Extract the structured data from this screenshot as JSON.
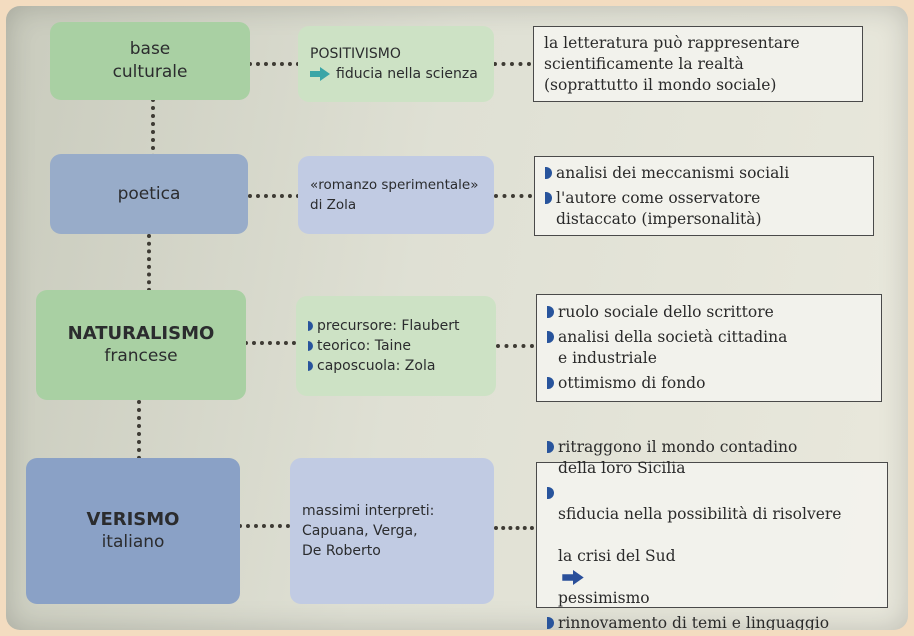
{
  "rows": [
    {
      "category": {
        "line1": "base",
        "line2": "culturale"
      },
      "middle": {
        "title": "POSITIVISMO",
        "arrow_text": "fiducia nella scienza"
      },
      "note": {
        "text": "la letteratura può rappresentare\nscientificamente la realtà\n(soprattutto il mondo sociale)"
      }
    },
    {
      "category": {
        "line1": "poetica"
      },
      "middle": {
        "line1": "«romanzo sperimentale»",
        "line2": "di Zola"
      },
      "note": {
        "items": [
          "analisi dei meccanismi sociali",
          "l'autore come osservatore\ndistaccato (impersonalità)"
        ]
      }
    },
    {
      "category": {
        "line1": "NATURALISMO",
        "line2": "francese"
      },
      "middle": {
        "items": [
          "precursore: Flaubert",
          "teorico: Taine",
          "caposcuola: Zola"
        ]
      },
      "note": {
        "items": [
          "ruolo sociale dello scrittore",
          "analisi della società cittadina\ne industriale",
          "ottimismo di fondo"
        ]
      }
    },
    {
      "category": {
        "line1": "VERISMO",
        "line2": "italiano"
      },
      "middle": {
        "line1": "massimi interpreti:",
        "line2": "Capuana, Verga,",
        "line3": "De Roberto"
      },
      "note": {
        "items": [
          "ritraggono il mondo contadino\ndella loro Sicilia"
        ],
        "item2_part1": "sfiducia nella possibilità di risolvere",
        "item2_part2": "la crisi del Sud",
        "item2_part3": "pessimismo",
        "item3": "rinnovamento di temi e linguaggio"
      }
    }
  ],
  "colors": {
    "bullet": "#28549c",
    "arrow_positivismo": "#3aa5a7",
    "arrow_verismo": "#2a4f9a"
  },
  "icons": {
    "bullet": "half-circle-bullet-icon",
    "arrow": "right-arrow-icon"
  }
}
